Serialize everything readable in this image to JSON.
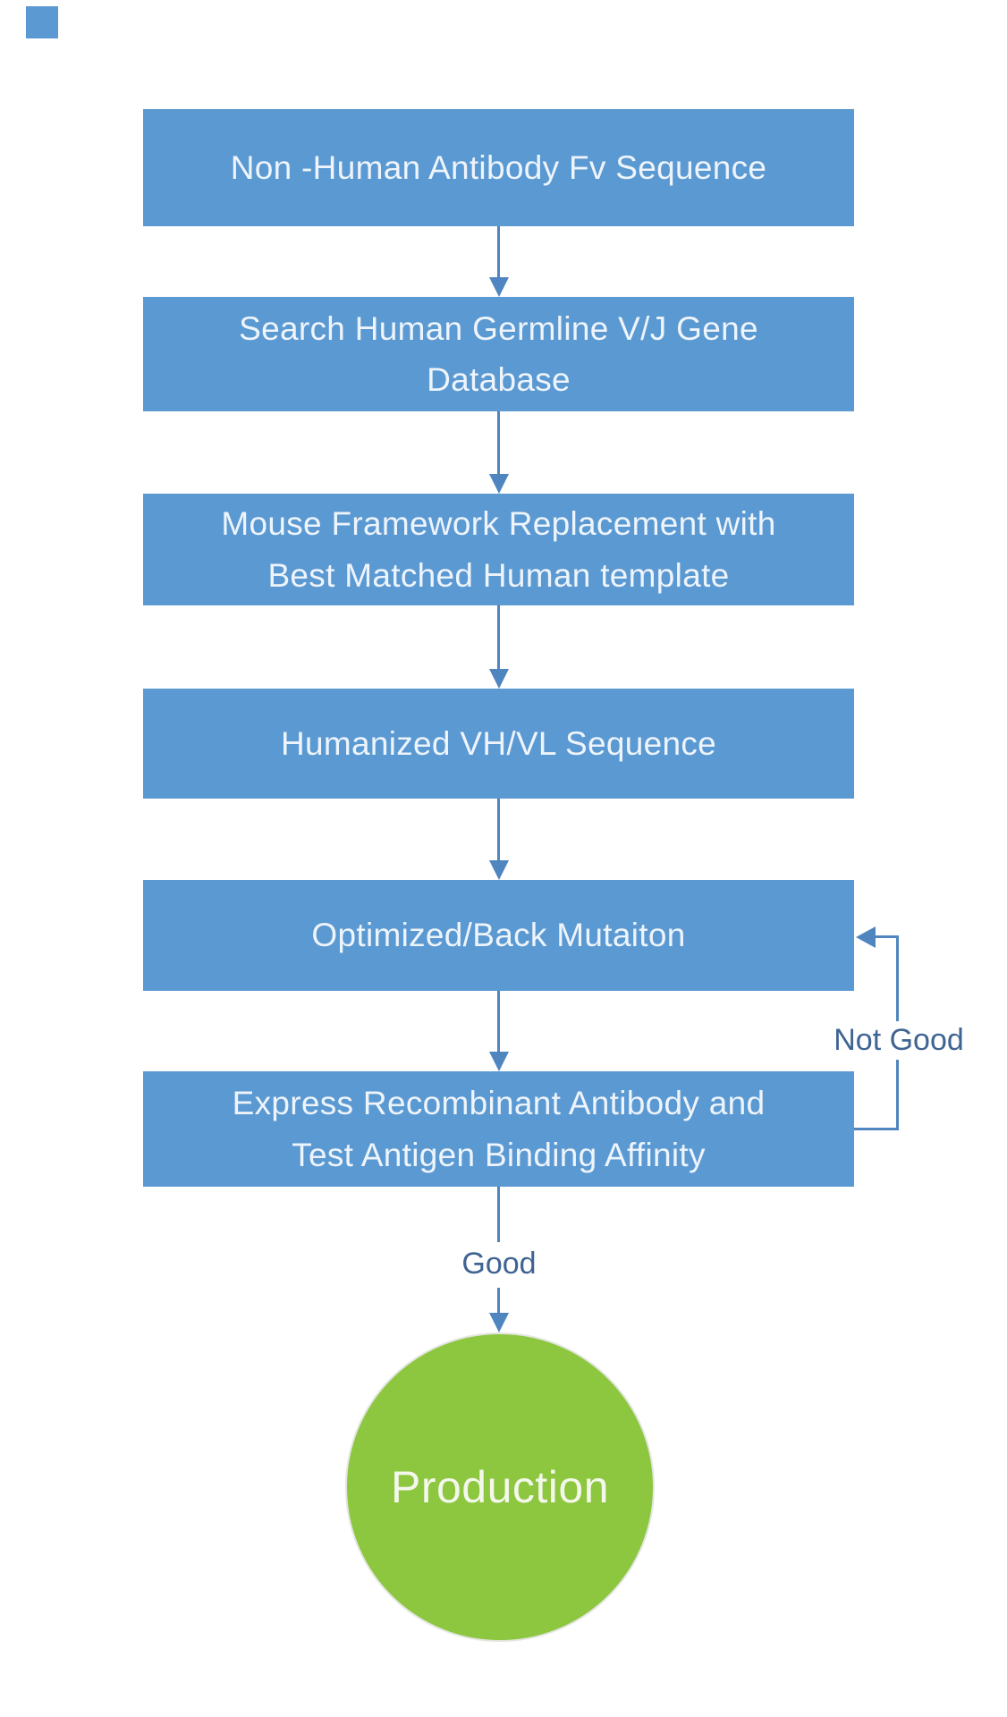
{
  "flow": {
    "steps": [
      {
        "lines": [
          "Non -Human Antibody Fv Sequence"
        ]
      },
      {
        "lines": [
          "Search Human Germline V/J Gene",
          "Database"
        ]
      },
      {
        "lines": [
          "Mouse Framework Replacement with",
          "Best Matched Human template"
        ]
      },
      {
        "lines": [
          "Humanized VH/VL Sequence"
        ]
      },
      {
        "lines": [
          "Optimized/Back Mutaiton"
        ]
      },
      {
        "lines": [
          "Express Recombinant Antibody and",
          "Test Antigen Binding Affinity"
        ]
      }
    ],
    "labels": {
      "not_good": "Not Good",
      "good": "Good"
    },
    "terminal": {
      "label": "Production"
    },
    "colors": {
      "box_fill": "#5b99d2",
      "arrow": "#4f86c0",
      "label_text": "#3f6493",
      "terminal_fill": "#8dc63f",
      "box_text": "#eef4fb",
      "terminal_text": "#f4f8ec"
    }
  }
}
